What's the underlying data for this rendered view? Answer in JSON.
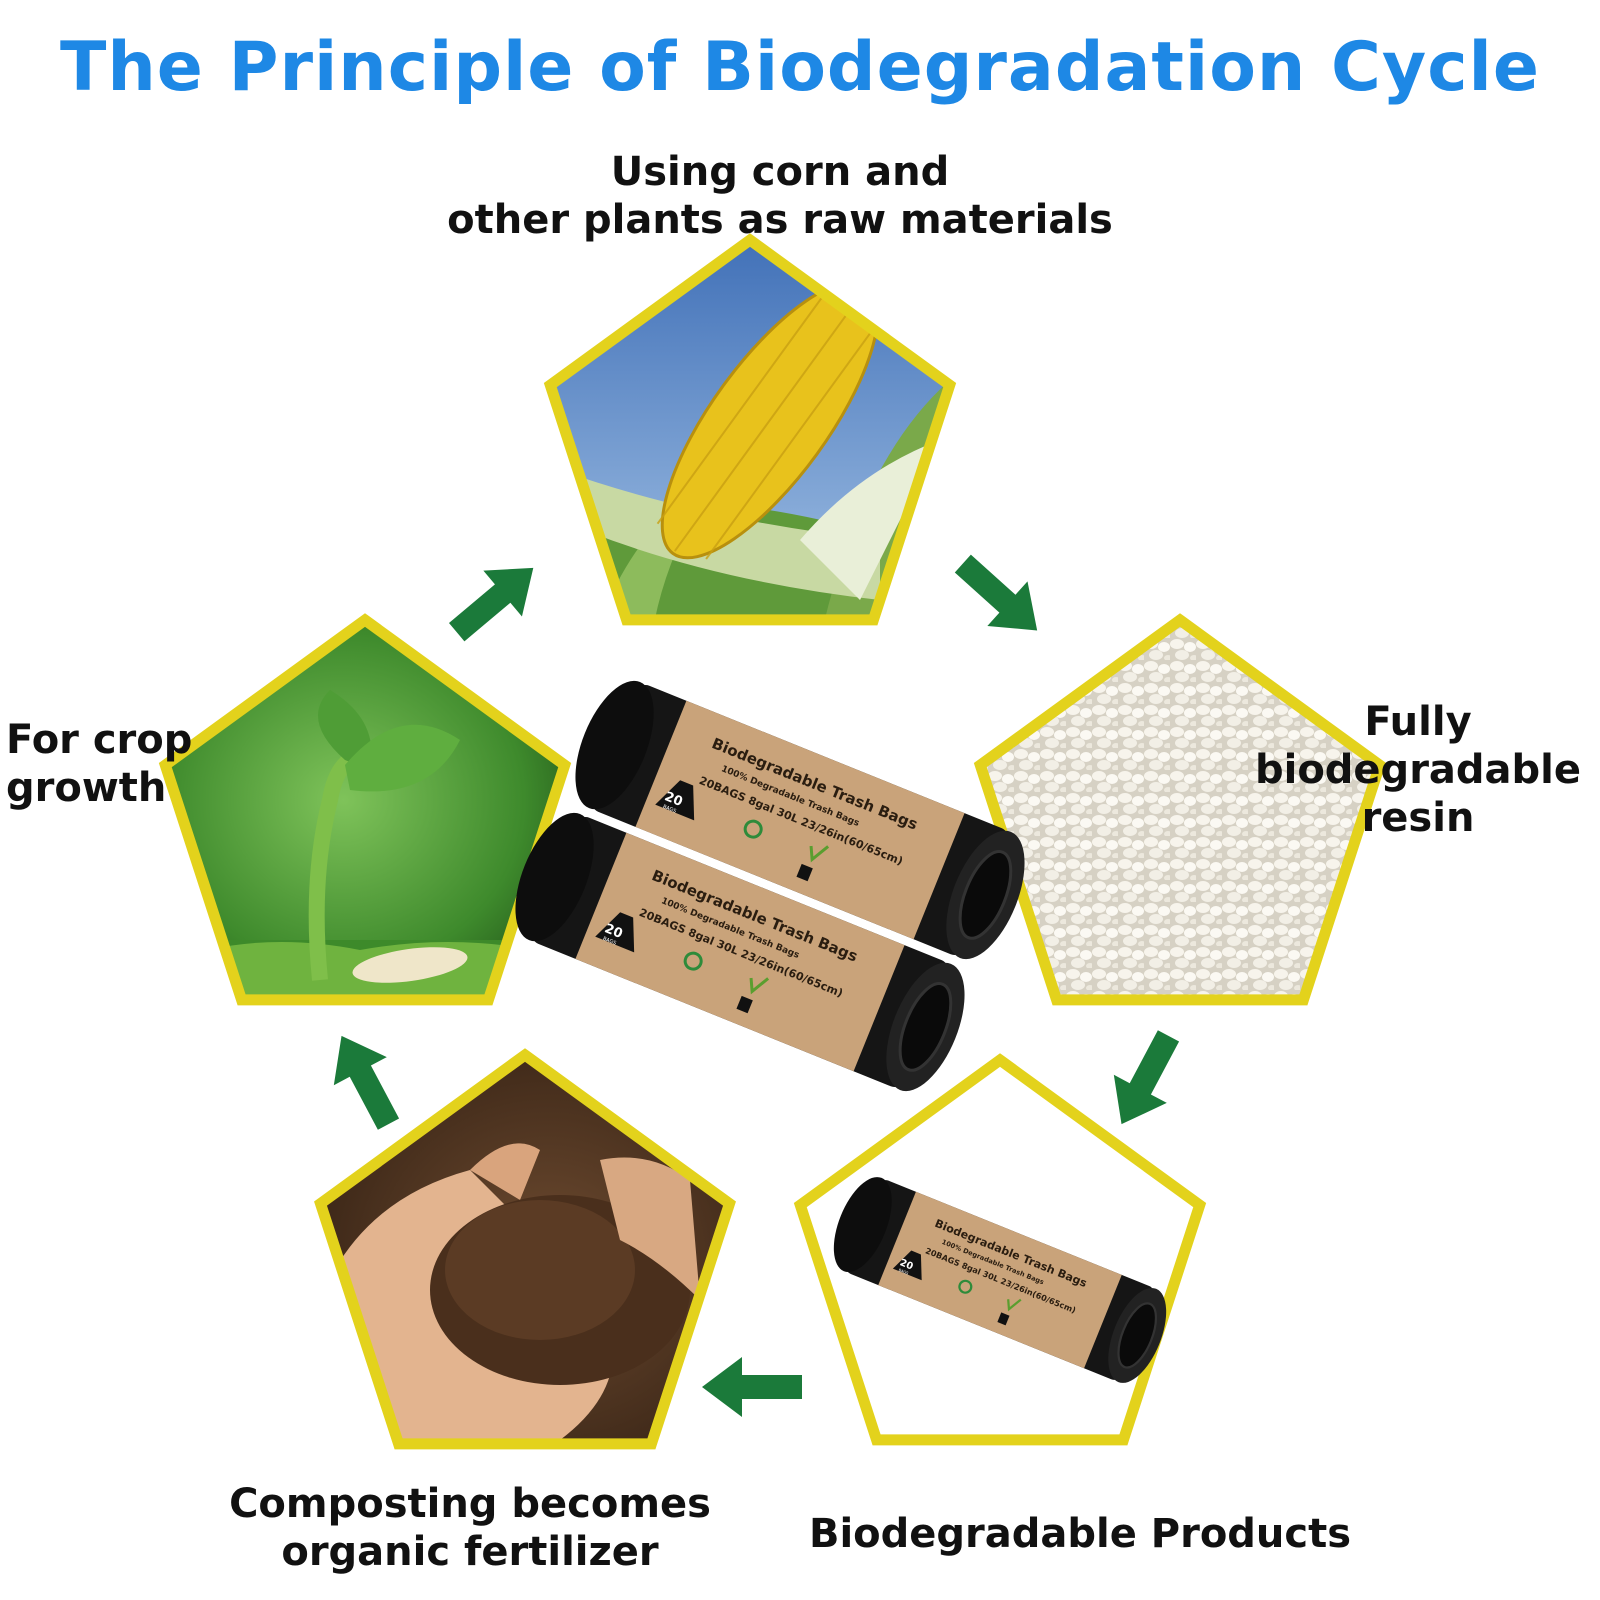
{
  "title": "The Principle of Biodegradation Cycle",
  "steps": {
    "raw_materials": {
      "line1": "Using corn and",
      "line2": "other plants as raw materials"
    },
    "resin": {
      "line1": "Fully",
      "line2": "biodegradable",
      "line3": "resin"
    },
    "products": {
      "line1": "Biodegradable Products"
    },
    "compost": {
      "line1": "Composting becomes",
      "line2": "organic fertilizer"
    },
    "growth": {
      "line1": "For crop",
      "line2": "growth"
    }
  },
  "product_roll": {
    "brand": "Biodegradable Trash Bags",
    "subtitle": "100% Degradable Trash Bags",
    "count": "20",
    "count_unit": "BAGS",
    "spec": "20BAGS  8gal 30L  23/26in(60/65cm)"
  },
  "colors": {
    "title": "#1e88e5",
    "frame": "#e3d21c",
    "arrow": "#1b7a3a",
    "label": "#111111"
  }
}
